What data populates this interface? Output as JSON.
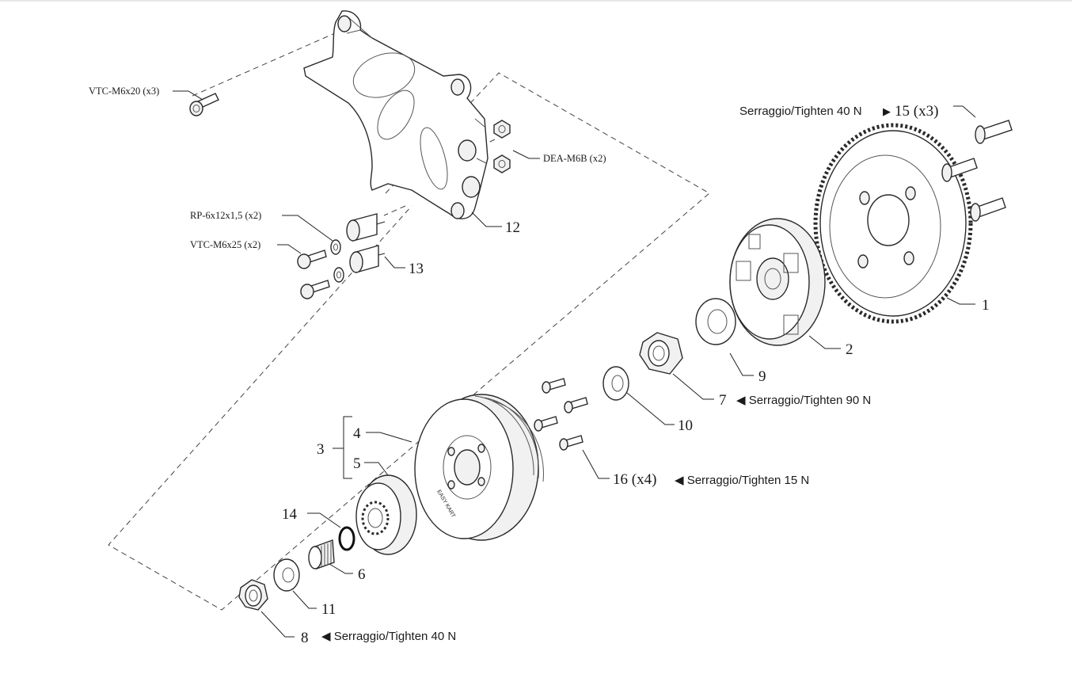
{
  "labels": {
    "vtc_m6x20": "VTC-M6x20 (x3)",
    "dea_m6b": "DEA-M6B (x2)",
    "rp_6x12": "RP-6x12x1,5 (x2)",
    "vtc_m6x25": "VTC-M6x25 (x2)",
    "p1": "1",
    "p2": "2",
    "p3": "3",
    "p4": "4",
    "p5": "5",
    "p6": "6",
    "p7": "7",
    "p8": "8",
    "p9": "9",
    "p10": "10",
    "p11": "11",
    "p12": "12",
    "p13": "13",
    "p14": "14",
    "p15": "15 (x3)",
    "p16": "16 (x4)",
    "drum_brand": "EASY KART"
  },
  "torque": {
    "t15_prefix": "Serraggio/Tighten 40 N",
    "t15_arrow": "▶",
    "t7": "◀ Serraggio/Tighten 90 N",
    "t16": "◀ Serraggio/Tighten 15 N",
    "t8": "◀ Serraggio/Tighten 40 N"
  }
}
